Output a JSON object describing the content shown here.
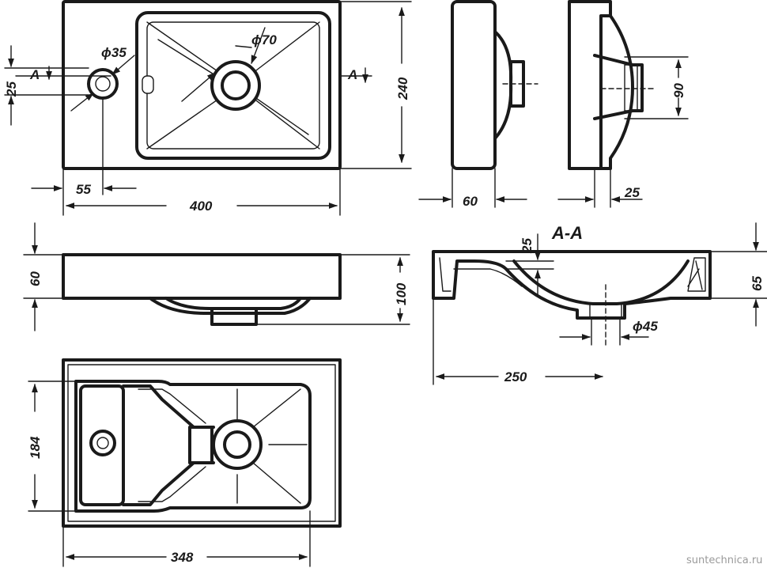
{
  "dimensions": {
    "width_400": "400",
    "height_240": "240",
    "offset_55": "55",
    "offset_25": "25",
    "tap_hole": "ϕ35",
    "drain_hole": "ϕ70",
    "side_depth_60": "60",
    "side_depth_25": "25",
    "drain_90": "90",
    "front_60": "60",
    "front_100": "100",
    "section_25": "25",
    "section_65": "65",
    "section_drain": "ϕ45",
    "section_250": "250",
    "bottom_184": "184",
    "bottom_348": "348"
  },
  "labels": {
    "section_mark_left": "A",
    "section_mark_right": "A",
    "section_title": "A-A"
  },
  "watermark": "suntechnica.ru",
  "colors": {
    "line": "#1a1a1a",
    "background": "#ffffff",
    "watermark": "#9a9a9a"
  }
}
